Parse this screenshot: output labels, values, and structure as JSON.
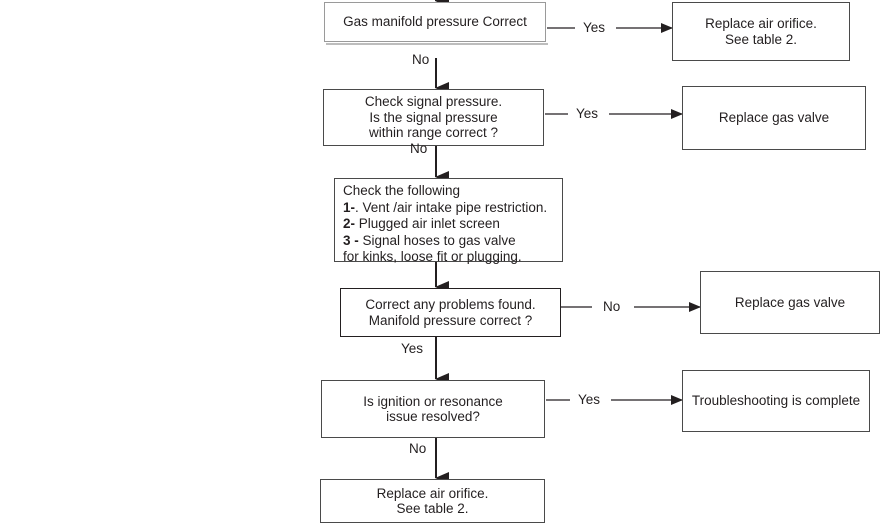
{
  "diagram": {
    "title": "Gas manifold pressure troubleshooting flowchart",
    "line_color": "#231f20",
    "box_border_color": "#4a4a4a",
    "background": "#ffffff"
  },
  "nodes": {
    "gas_manifold_check": "Gas manifold pressure Correct",
    "replace_air_orifice_top": "Replace air orifice.\nSee table 2.",
    "signal_pressure_check": "Check signal pressure.\nIs the signal pressure\nwithin range correct ?",
    "replace_gas_valve_top": "Replace gas valve",
    "check_following_heading": "Check the following",
    "check_following_item1_num": "1-",
    "check_following_item1_text": ". Vent /air intake pipe restriction.",
    "check_following_item2_num": "2-",
    "check_following_item2_text": " Plugged air inlet screen",
    "check_following_item3_num": "3 -",
    "check_following_item3_text": " Signal hoses to gas valve",
    "check_following_item3_cont": "for kinks, loose fit or plugging.",
    "correct_problems_check": "Correct any problems found.\nManifold pressure correct ?",
    "replace_gas_valve_mid": "Replace gas valve",
    "ignition_resonance_check": "Is ignition or resonance\nissue resolved?",
    "troubleshooting_complete": "Troubleshooting is complete",
    "replace_air_orifice_bottom": "Replace air orifice.\nSee table 2."
  },
  "edge_labels": {
    "yes_1": "Yes",
    "no_1": "No",
    "yes_2": "Yes",
    "no_2": "No",
    "no_3": "No",
    "yes_3": "Yes",
    "yes_4": "Yes",
    "no_4": "No"
  }
}
